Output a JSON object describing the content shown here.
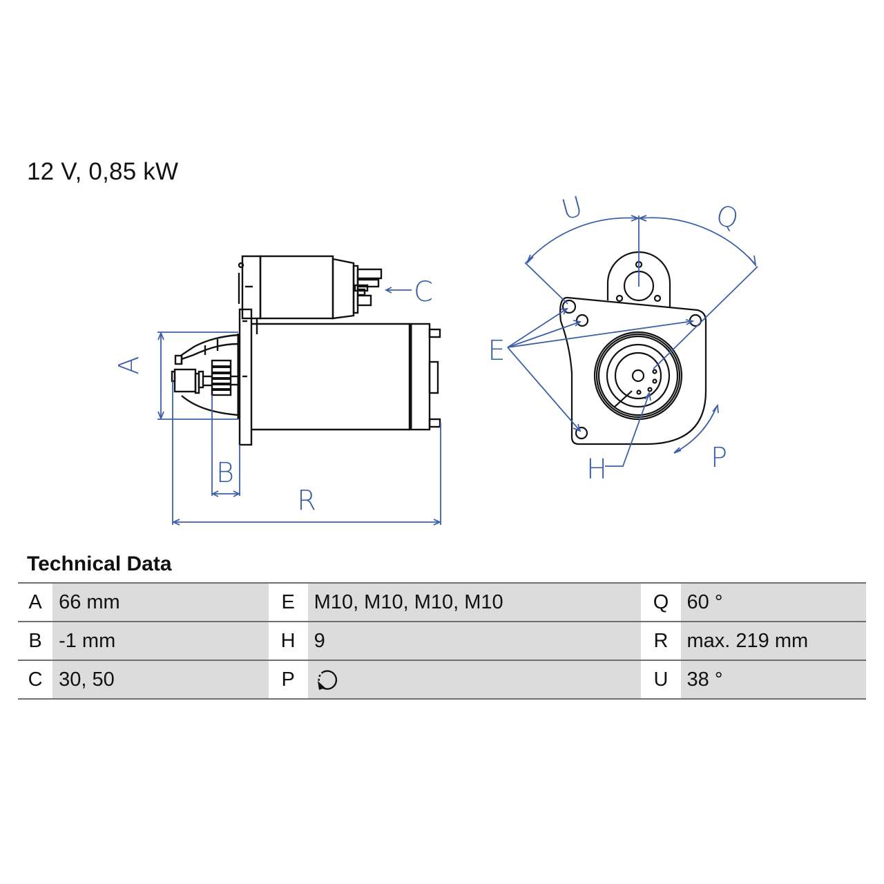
{
  "header": {
    "title": "12 V, 0,85 kW"
  },
  "drawing": {
    "colors": {
      "outline": "#111111",
      "dimension": "#3d5fa8"
    },
    "side_view_labels": {
      "A": "A",
      "B": "B",
      "C": "C",
      "R": "R"
    },
    "front_view_labels": {
      "U": "U",
      "Q": "Q",
      "E": "E",
      "H": "H",
      "P": "P"
    }
  },
  "technical_data": {
    "title": "Technical Data",
    "rows": [
      [
        {
          "key": "A",
          "value": "66 mm"
        },
        {
          "key": "E",
          "value": "M10, M10, M10, M10"
        },
        {
          "key": "Q",
          "value": "60 °"
        }
      ],
      [
        {
          "key": "B",
          "value": "-1 mm"
        },
        {
          "key": "H",
          "value": "9"
        },
        {
          "key": "R",
          "value": "max. 219 mm"
        }
      ],
      [
        {
          "key": "C",
          "value": "30, 50"
        },
        {
          "key": "P",
          "value": "",
          "icon": "rotation-direction-counterclockwise-icon"
        },
        {
          "key": "U",
          "value": "38 °"
        }
      ]
    ],
    "colors": {
      "value_bg": "#dcdcdd",
      "rule": "#6e6e6e"
    }
  }
}
